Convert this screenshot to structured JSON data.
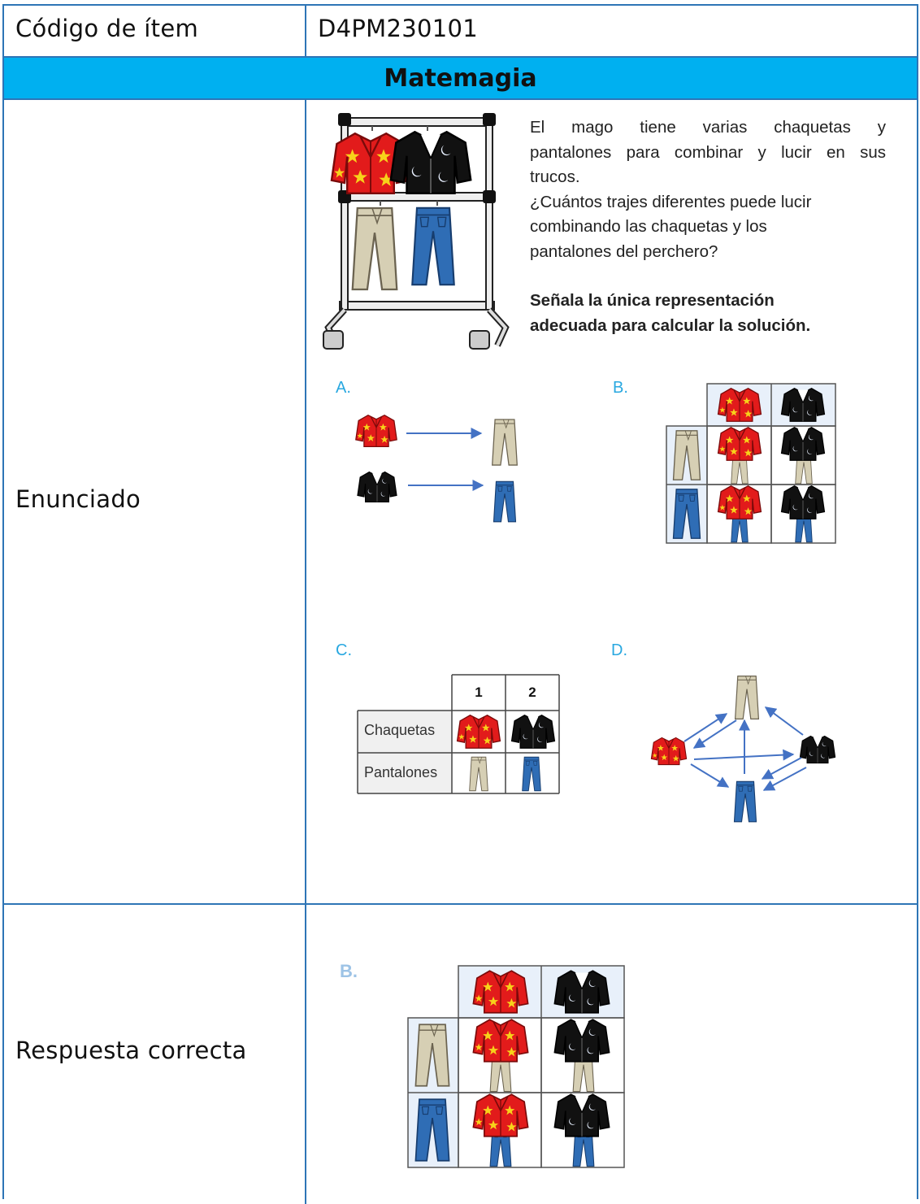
{
  "row1": {
    "label": "Código de ítem",
    "value": "D4PM230101"
  },
  "title": "Matemagia",
  "statement": {
    "label": "Enunciado",
    "line1": "El mago tiene varias chaquetas y",
    "line2": "pantalones para combinar y lucir en sus",
    "line3": "trucos.",
    "question1": "¿Cuántos trajes diferentes puede lucir",
    "question2": "combinando las chaquetas y los",
    "question3": "pantalones del perchero?",
    "instruction1": "Señala la única representación",
    "instruction2": "adecuada para calcular la solución."
  },
  "options": {
    "a": "A.",
    "b": "B.",
    "c": "C.",
    "d": "D.",
    "c_table": {
      "col1": "1",
      "col2": "2",
      "row1": "Chaquetas",
      "row2": "Pantalones"
    }
  },
  "answer": {
    "label": "Respuesta correcta",
    "option": "B."
  },
  "colors": {
    "border": "#2e75b6",
    "title_band": "#00b0f0",
    "option_letter": "#29a8e0",
    "jacket_red": "#e21b1b",
    "jacket_black": "#111111",
    "pants_beige": "#d6cfb4",
    "pants_blue": "#2f6db5"
  },
  "icons": [
    "clothes-rack-icon",
    "red-star-jacket-icon",
    "black-moon-jacket-icon",
    "beige-pants-icon",
    "blue-jeans-icon",
    "arrow-icon"
  ]
}
